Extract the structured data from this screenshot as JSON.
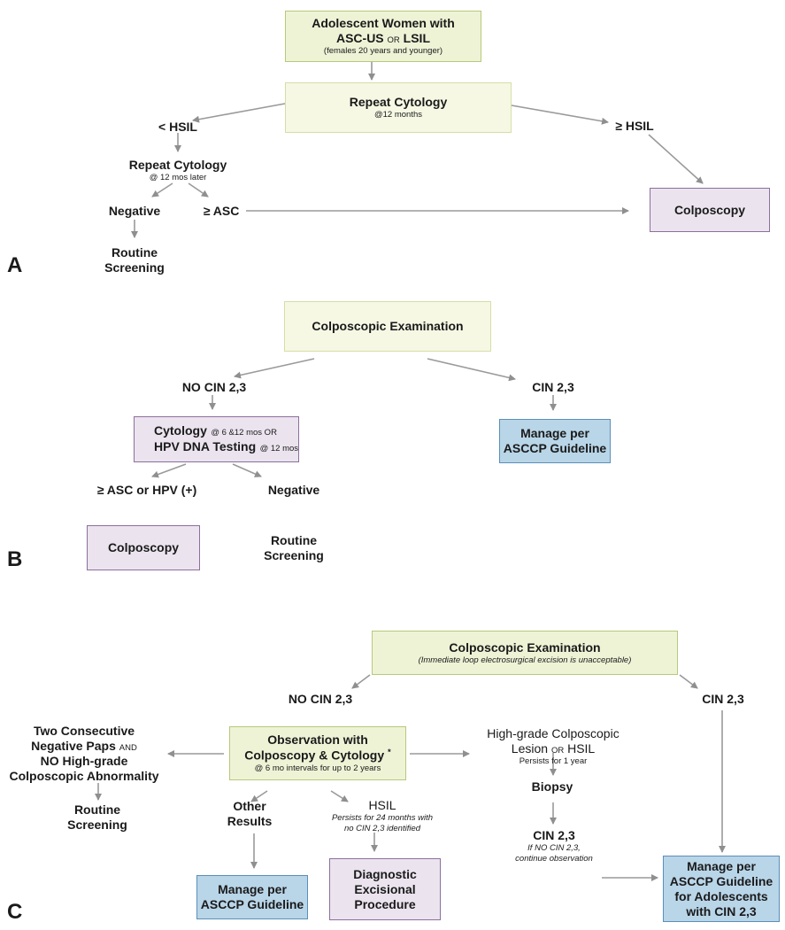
{
  "panel_a": {
    "letter": "A",
    "start": {
      "line1": "Adolescent Women with",
      "line2a": "ASC-US",
      "line2_or": "OR",
      "line2b": "LSIL",
      "line3": "(females 20 years and younger)"
    },
    "repeat1": {
      "title": "Repeat Cytology",
      "sub": "@12 months"
    },
    "lt_hsil": "< HSIL",
    "ge_hsil": "≥ HSIL",
    "repeat2": {
      "title": "Repeat Cytology",
      "sub": "@ 12 mos later"
    },
    "negative": "Negative",
    "ge_asc": "≥ ASC",
    "routine": {
      "line1": "Routine",
      "line2": "Screening"
    },
    "colposcopy": "Colposcopy"
  },
  "panel_b": {
    "letter": "B",
    "exam": "Colposcopic Examination",
    "no_cin": "NO CIN 2,3",
    "cin": "CIN 2,3",
    "cytology": {
      "t1": "Cytology",
      "s1": "@ 6 &12 mos OR",
      "t2": "HPV DNA Testing",
      "s2": "@ 12 mos"
    },
    "manage": {
      "line1": "Manage per",
      "line2": "ASCCP Guideline"
    },
    "ge_asc_hpv": "≥ ASC or HPV (+)",
    "negative": "Negative",
    "colposcopy": "Colposcopy",
    "routine": {
      "line1": "Routine",
      "line2": "Screening"
    }
  },
  "panel_c": {
    "letter": "C",
    "exam": {
      "title": "Colposcopic Examination",
      "sub": "(Immediate loop electrosurgical excision is unacceptable)"
    },
    "no_cin": "NO CIN 2,3",
    "cin": "CIN 2,3",
    "two_neg": {
      "line1": "Two Consecutive",
      "line2a": "Negative Paps",
      "line2_and": "AND",
      "line3": "NO High-grade",
      "line4": "Colposcopic Abnormality"
    },
    "routine": {
      "line1": "Routine",
      "line2": "Screening"
    },
    "observation": {
      "line1": "Observation with",
      "line2": "Colposcopy & Cytology",
      "asterisk": "*",
      "sub": "@ 6 mo intervals for up to 2 years"
    },
    "high_grade": {
      "line1": "High-grade Colposcopic",
      "line2a": "Lesion",
      "line2_or": "OR",
      "line2b": "HSIL",
      "sub": "Persists for 1 year"
    },
    "other": {
      "line1": "Other",
      "line2": "Results"
    },
    "hsil": {
      "title": "HSIL",
      "sub1": "Persists for 24 months with",
      "sub2": "no CIN 2,3 identified"
    },
    "biopsy": "Biopsy",
    "cin_result": {
      "title": "CIN 2,3",
      "sub1": "If NO CIN 2,3,",
      "sub2": "continue observation"
    },
    "manage1": {
      "line1": "Manage per",
      "line2": "ASCCP Guideline"
    },
    "diagnostic": {
      "line1": "Diagnostic",
      "line2": "Excisional",
      "line3": "Procedure"
    },
    "manage2": {
      "line1": "Manage per",
      "line2": "ASCCP Guideline",
      "line3": "for Adolescents",
      "line4": "with CIN 2,3"
    }
  }
}
